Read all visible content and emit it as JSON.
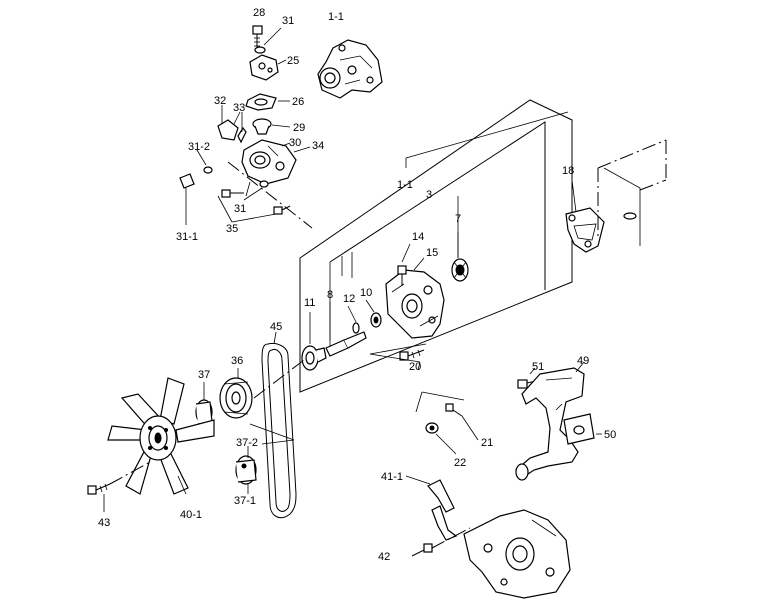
{
  "labels": {
    "l28": "28",
    "l31a": "31",
    "l1_1a": "1-1",
    "l25": "25",
    "l26": "26",
    "l32": "32",
    "l33": "33",
    "l29": "29",
    "l30": "30",
    "l34": "34",
    "l31_2": "31-2",
    "l31b": "31",
    "l35": "35",
    "l31_1": "31-1",
    "l1_1b": "1-1",
    "l3": "3",
    "l18": "18",
    "l7": "7",
    "l14": "14",
    "l15": "15",
    "l8": "8",
    "l12": "12",
    "l10": "10",
    "l11": "11",
    "l45": "45",
    "l20": "20",
    "l36": "36",
    "l37": "37",
    "l51": "51",
    "l49": "49",
    "l50": "50",
    "l21": "21",
    "l22": "22",
    "l37_2": "37-2",
    "l37_1": "37-1",
    "l43": "43",
    "l40_1": "40-1",
    "l41_1": "41-1",
    "l42": "42"
  }
}
